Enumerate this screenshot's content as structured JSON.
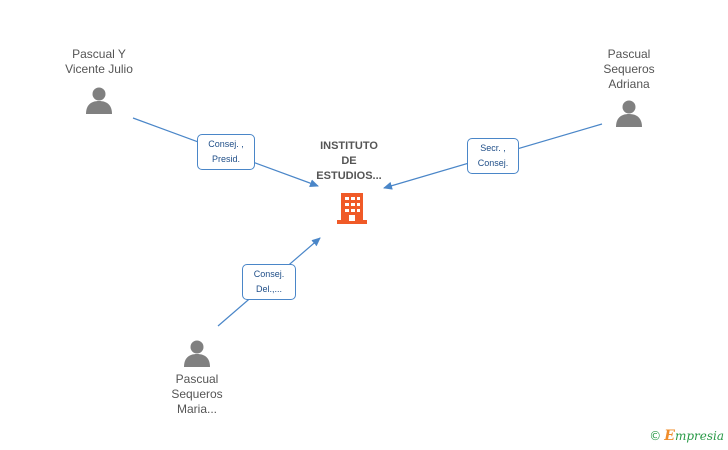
{
  "company": {
    "name_lines": [
      "INSTITUTO",
      "DE",
      "ESTUDIOS..."
    ],
    "icon": "building-icon",
    "color": "#f05a28"
  },
  "people": [
    {
      "name_lines": [
        "Pascual Y",
        "Vicente Julio"
      ],
      "role_lines": [
        "Consej. ,",
        "Presid."
      ]
    },
    {
      "name_lines": [
        "Pascual",
        "Sequeros",
        "Adriana"
      ],
      "role_lines": [
        "Secr. ,",
        "Consej."
      ]
    },
    {
      "name_lines": [
        "Pascual",
        "Sequeros",
        "Maria..."
      ],
      "role_lines": [
        "Consej.",
        "Del.,..."
      ]
    }
  ],
  "person_icon": "person-icon",
  "colors": {
    "person_icon": "#808080",
    "edge": "#4a86c8",
    "role_text": "#1f4e88"
  },
  "footer": {
    "copyright": "©",
    "brand_initial": "E",
    "brand_rest": "mpresia"
  }
}
